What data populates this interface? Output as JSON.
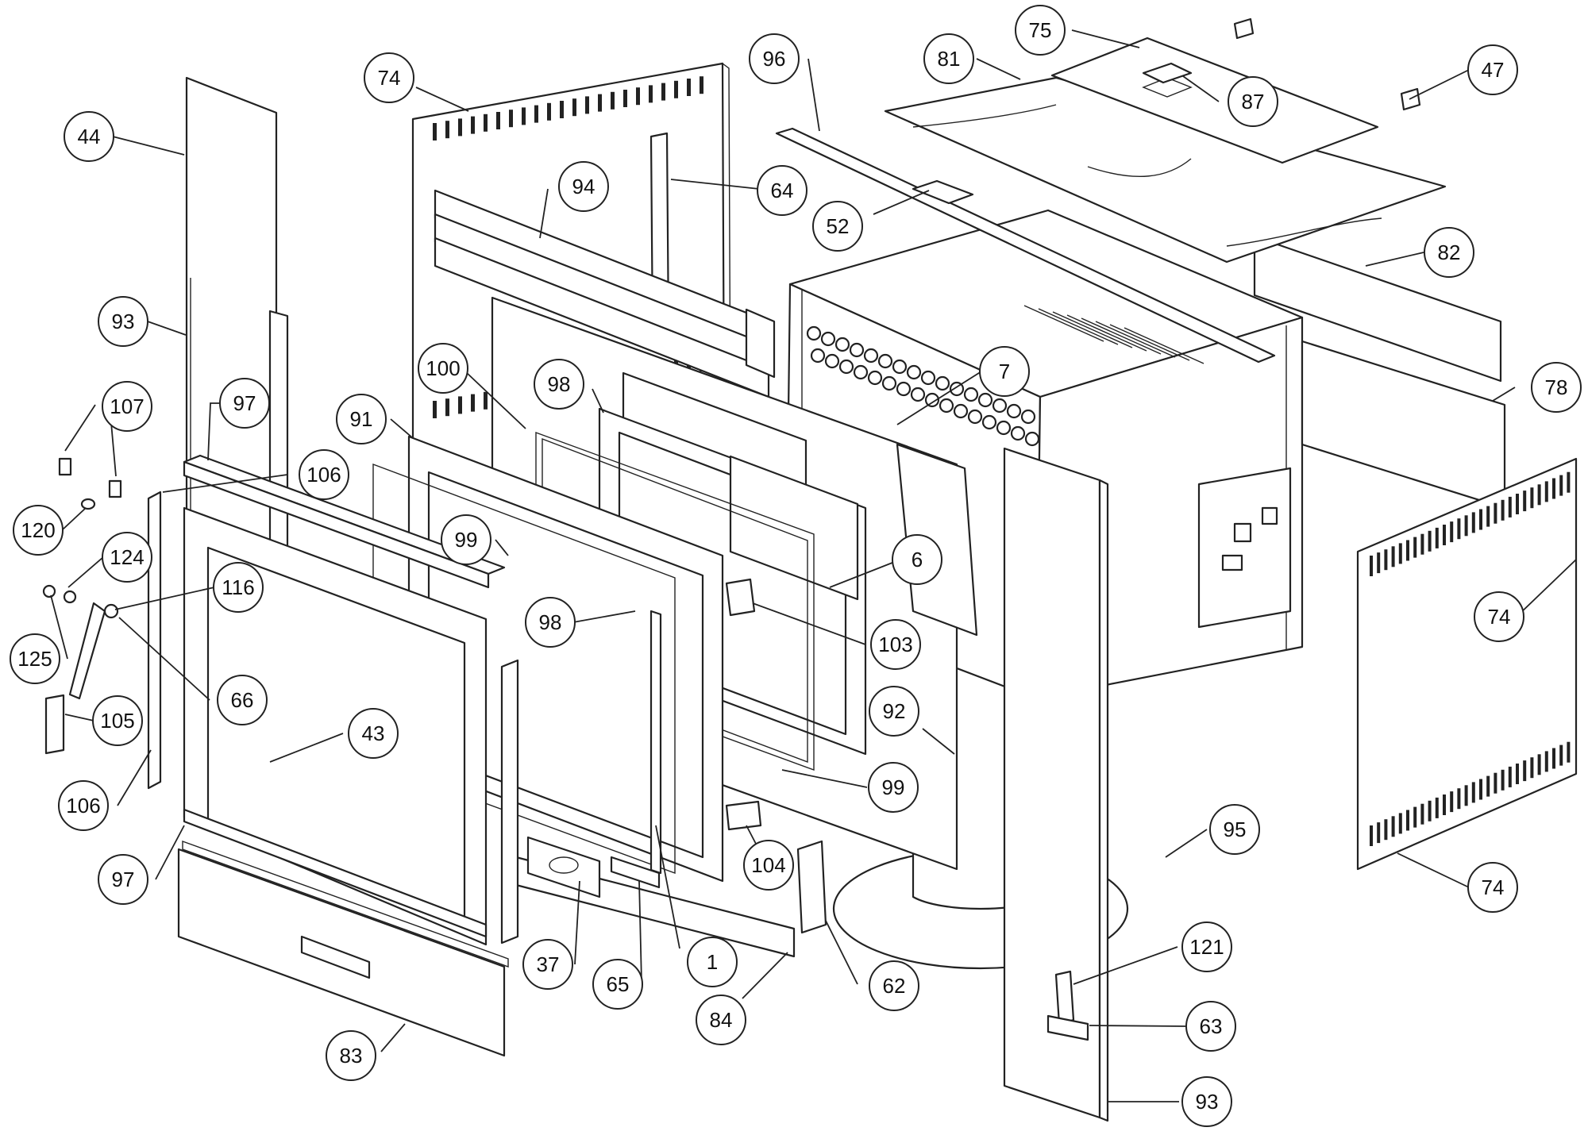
{
  "callouts": [
    {
      "id": "c44",
      "label": "44"
    },
    {
      "id": "c93a",
      "label": "93"
    },
    {
      "id": "c107",
      "label": "107"
    },
    {
      "id": "c97a",
      "label": "97"
    },
    {
      "id": "c120",
      "label": "120"
    },
    {
      "id": "c106a",
      "label": "106"
    },
    {
      "id": "c124",
      "label": "124"
    },
    {
      "id": "c116",
      "label": "116"
    },
    {
      "id": "c125",
      "label": "125"
    },
    {
      "id": "c66",
      "label": "66"
    },
    {
      "id": "c105",
      "label": "105"
    },
    {
      "id": "c106b",
      "label": "106"
    },
    {
      "id": "c43",
      "label": "43"
    },
    {
      "id": "c97b",
      "label": "97"
    },
    {
      "id": "c83",
      "label": "83"
    },
    {
      "id": "c74a",
      "label": "74"
    },
    {
      "id": "c64",
      "label": "64"
    },
    {
      "id": "c94",
      "label": "94"
    },
    {
      "id": "c100",
      "label": "100"
    },
    {
      "id": "c91",
      "label": "91"
    },
    {
      "id": "c98a",
      "label": "98"
    },
    {
      "id": "c99a",
      "label": "99"
    },
    {
      "id": "c98b",
      "label": "98"
    },
    {
      "id": "c37",
      "label": "37"
    },
    {
      "id": "c65",
      "label": "65"
    },
    {
      "id": "c1",
      "label": "1"
    },
    {
      "id": "c84",
      "label": "84"
    },
    {
      "id": "c62",
      "label": "62"
    },
    {
      "id": "c104",
      "label": "104"
    },
    {
      "id": "c99b",
      "label": "99"
    },
    {
      "id": "c92",
      "label": "92"
    },
    {
      "id": "c103",
      "label": "103"
    },
    {
      "id": "c6",
      "label": "6"
    },
    {
      "id": "c7",
      "label": "7"
    },
    {
      "id": "c96",
      "label": "96"
    },
    {
      "id": "c52",
      "label": "52"
    },
    {
      "id": "c81",
      "label": "81"
    },
    {
      "id": "c75",
      "label": "75"
    },
    {
      "id": "c87",
      "label": "87"
    },
    {
      "id": "c47",
      "label": "47"
    },
    {
      "id": "c82",
      "label": "82"
    },
    {
      "id": "c78",
      "label": "78"
    },
    {
      "id": "c74b",
      "label": "74"
    },
    {
      "id": "c74c",
      "label": "74"
    },
    {
      "id": "c95",
      "label": "95"
    },
    {
      "id": "c121",
      "label": "121"
    },
    {
      "id": "c63",
      "label": "63"
    },
    {
      "id": "c93b",
      "label": "93"
    }
  ]
}
